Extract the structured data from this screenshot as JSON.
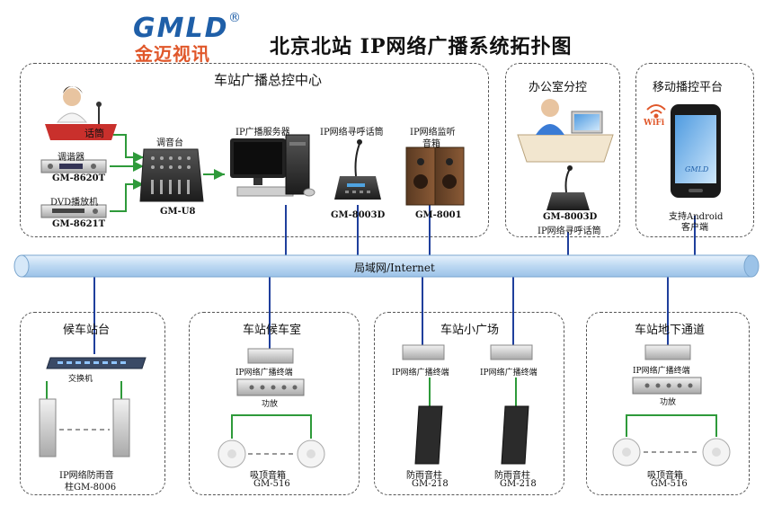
{
  "header": {
    "logo_text": "GMLD",
    "logo_registered": "®",
    "logo_cn": "金迈视讯",
    "title": "北京北站 IP网络广播系统拓扑图"
  },
  "control_center": {
    "title": "车站广播总控中心",
    "mic_label": "话筒",
    "tuner_label": "调谐器",
    "tuner_model": "GM-8620T",
    "dvd_label": "DVD播放机",
    "dvd_model": "GM-8621T",
    "mixer_label": "调音台",
    "mixer_model": "GM-U8",
    "server_label": "IP广播服务器",
    "paging_label": "IP网络寻呼话筒",
    "paging_model": "GM-8003D",
    "monitor_label_1": "IP网络监听",
    "monitor_label_2": "音箱",
    "monitor_model": "GM-8001"
  },
  "office": {
    "title": "办公室分控",
    "model": "GM-8003D",
    "label": "IP网络寻呼话筒"
  },
  "mobile": {
    "title": "移动播控平台",
    "wifi": "WiFi",
    "phone_brand": "GMLD",
    "label_1": "支持Android",
    "label_2": "客户端"
  },
  "network": {
    "label": "局域网/Internet"
  },
  "platform": {
    "title": "候车站台",
    "switch_label": "交换机",
    "speaker_label_1": "IP网络防雨音",
    "speaker_label_2": "柱GM-8006"
  },
  "waiting_room": {
    "title": "车站候车室",
    "terminal_label": "IP网络广播终端",
    "amp_label": "功放",
    "speaker_label": "吸顶音箱",
    "speaker_model": "GM-516"
  },
  "square": {
    "title": "车站小广场",
    "terminal_label_1": "IP网络广播终端",
    "terminal_label_2": "IP网络广播终端",
    "speaker_label_1": "防雨音柱",
    "speaker_model_1": "GM-218",
    "speaker_label_2": "防雨音柱",
    "speaker_model_2": "GM-218"
  },
  "underpass": {
    "title": "车站地下通道",
    "terminal_label": "IP网络广播终端",
    "amp_label": "功放",
    "speaker_label": "吸顶音箱",
    "speaker_model": "GM-516"
  },
  "colors": {
    "network": "#cfe3f7",
    "link": "#1f3f9c",
    "audio": "#2e9a3a",
    "logo_blue": "#1f5fa8",
    "logo_orange": "#e0572a"
  }
}
